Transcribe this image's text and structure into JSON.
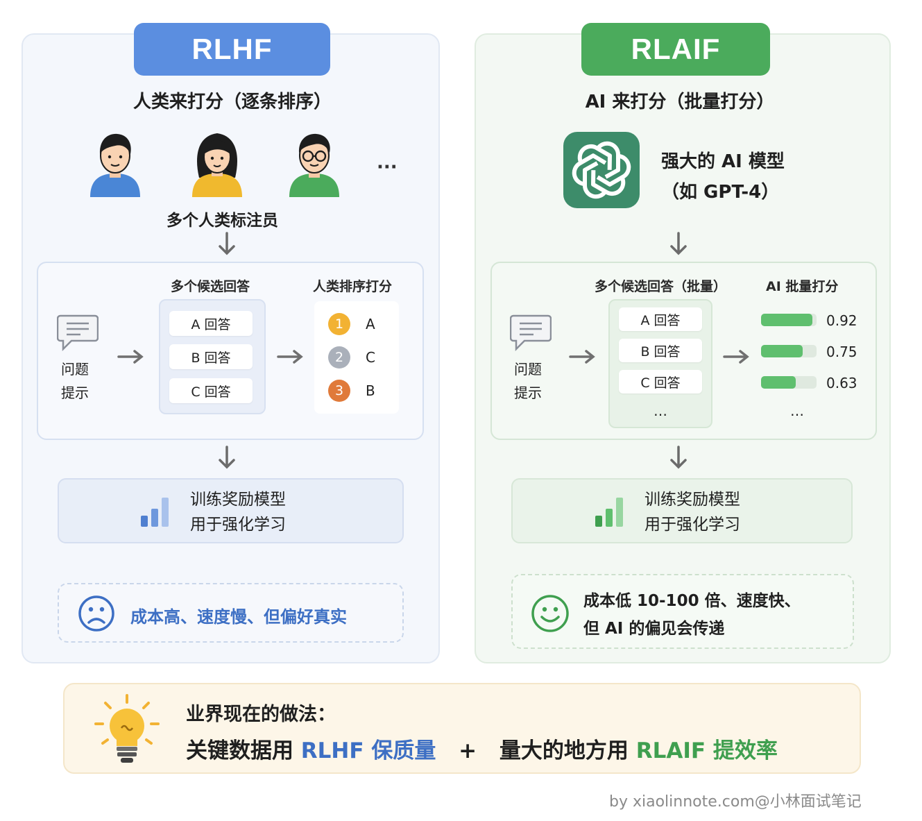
{
  "left": {
    "badge": "RLHF",
    "subtitle": "人类来打分（逐条排序）",
    "annotators_label": "多个人类标注员",
    "more": "···",
    "prompt_label_1": "问题",
    "prompt_label_2": "提示",
    "candidates_title": "多个候选回答",
    "ranking_title": "人类排序打分",
    "answers": [
      "A 回答",
      "B 回答",
      "C 回答"
    ],
    "ranking": [
      {
        "rank": "1",
        "letter": "A",
        "color": "#f2b233"
      },
      {
        "rank": "2",
        "letter": "C",
        "color": "#aab0ba"
      },
      {
        "rank": "3",
        "letter": "B",
        "color": "#e07a3a"
      }
    ],
    "reward_line1": "训练奖励模型",
    "reward_line2": "用于强化学习",
    "note": "成本高、速度慢、但偏好真实",
    "accent": "#3d6fc4"
  },
  "right": {
    "badge": "RLAIF",
    "subtitle": "AI 来打分（批量打分）",
    "model_line1": "强大的 AI 模型",
    "model_line2": "（如 GPT-4）",
    "prompt_label_1": "问题",
    "prompt_label_2": "提示",
    "candidates_title": "多个候选回答（批量）",
    "scoring_title": "AI 批量打分",
    "answers": [
      "A 回答",
      "B 回答",
      "C 回答",
      "…"
    ],
    "scores": [
      {
        "value": "0.92",
        "fill": 0.92
      },
      {
        "value": "0.75",
        "fill": 0.75
      },
      {
        "value": "0.63",
        "fill": 0.63
      }
    ],
    "scores_more": "…",
    "reward_line1": "训练奖励模型",
    "reward_line2": "用于强化学习",
    "note_line1": "成本低 10-100 倍、速度快、",
    "note_line2": "但 AI 的偏见会传递",
    "accent": "#3f9f4f"
  },
  "bottom": {
    "heading": "业界现在的做法：",
    "part1": "关键数据用 ",
    "rlhf": "RLHF 保质量",
    "plus": "+",
    "part2": "量大的地方用 ",
    "rlaif": "RLAIF 提效率"
  },
  "footer": "by xiaolinnote.com@小林面试笔记"
}
